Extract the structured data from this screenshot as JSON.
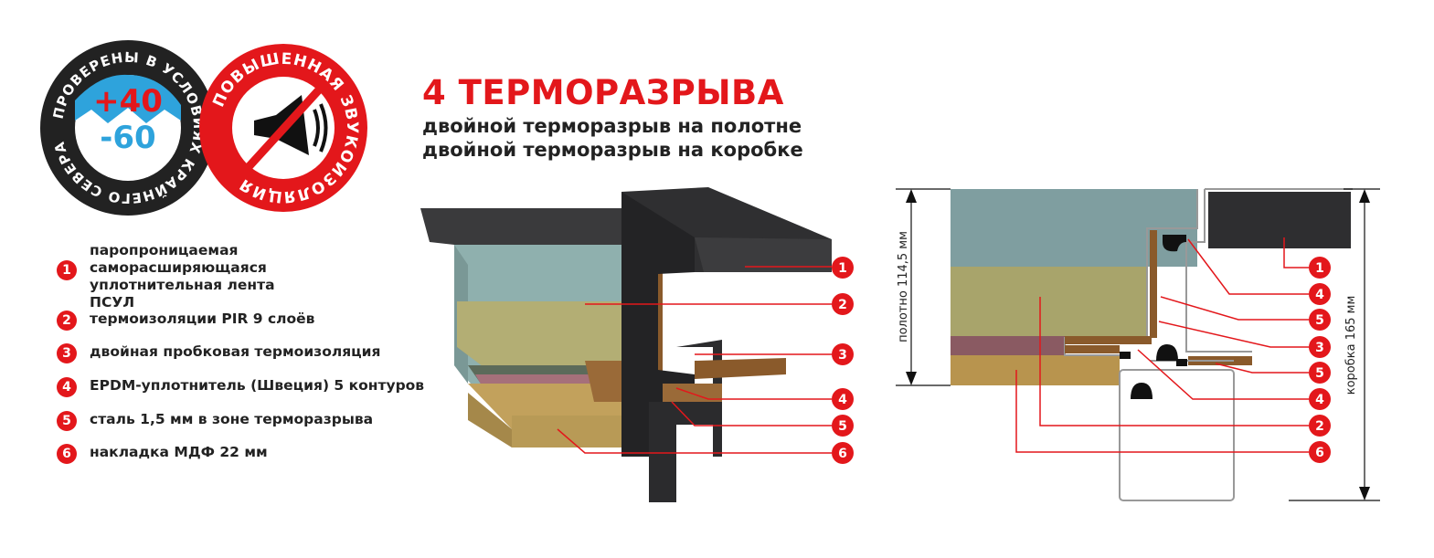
{
  "badges": {
    "north": {
      "ring_text": "ПРОВЕРЕНЫ В УСЛОВИЯХ КРАЙНЕГО СЕВЕРА",
      "temp_high": "+40",
      "temp_low": "-60"
    },
    "sound": {
      "ring_text": "ПОВЫШЕННАЯ ЗВУКОИЗОЛЯЦИЯ"
    }
  },
  "header": {
    "title": "4 ТЕРМОРАЗРЫВА",
    "subtitle_1": "двойной терморазрыв на полотне",
    "subtitle_2": "двойной терморазрыв на коробке"
  },
  "legend": [
    {
      "num": "1",
      "text": "паропроницаемая саморасширяющаяся уплотнительная лента ПСУЛ"
    },
    {
      "num": "2",
      "text": "термоизоляции PIR 9 слоёв"
    },
    {
      "num": "3",
      "text": "двойная пробковая термоизоляция"
    },
    {
      "num": "4",
      "text": "EPDM-уплотнитель (Швеция) 5 контуров"
    },
    {
      "num": "5",
      "text": "сталь 1,5 мм в зоне терморазрыва"
    },
    {
      "num": "6",
      "text": "накладка МДФ 22 мм"
    }
  ],
  "diagram_3d": {
    "labels": [
      "1",
      "2",
      "3",
      "4",
      "5",
      "6"
    ]
  },
  "diagram_section": {
    "labels": [
      "1",
      "4",
      "5",
      "3",
      "5",
      "4",
      "2",
      "6"
    ],
    "dim_leaf": "полотно 114,5 мм",
    "dim_frame": "коробка 165 мм"
  },
  "colors": {
    "accent": "#e3171b",
    "teal": "#7f9ea0",
    "olive": "#a8a46b",
    "mdf": "#b8944e",
    "cork": "#8a5a2b",
    "steel": "#2b2b2d"
  }
}
